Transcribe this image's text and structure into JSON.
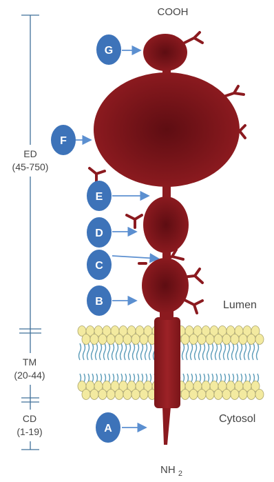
{
  "terminals": {
    "top": "COOH",
    "bottom_main": "NH",
    "bottom_sub": "2"
  },
  "domains": [
    {
      "id": "ed",
      "name": "ED",
      "range": "(45-750)"
    },
    {
      "id": "tm",
      "name": "TM",
      "range": "(20-44)"
    },
    {
      "id": "cd",
      "name": "CD",
      "range": "(1-19)"
    }
  ],
  "compartments": {
    "lumen": "Lumen",
    "cytosol": "Cytosol"
  },
  "markers": [
    "G",
    "F",
    "E",
    "D",
    "C",
    "B",
    "A"
  ],
  "colors": {
    "protein": "#8b1a1f",
    "protein_dark": "#5e0d12",
    "marker": "#3d73b9",
    "arrow": "#5b8fd0",
    "head_fill": "#f3eaa0",
    "head_stroke": "#a9a36a",
    "tail": "#5a9bb8",
    "scale_line": "#3f6f99"
  },
  "icons": [
    "glycan-y-icon",
    "arrow-right-icon"
  ]
}
